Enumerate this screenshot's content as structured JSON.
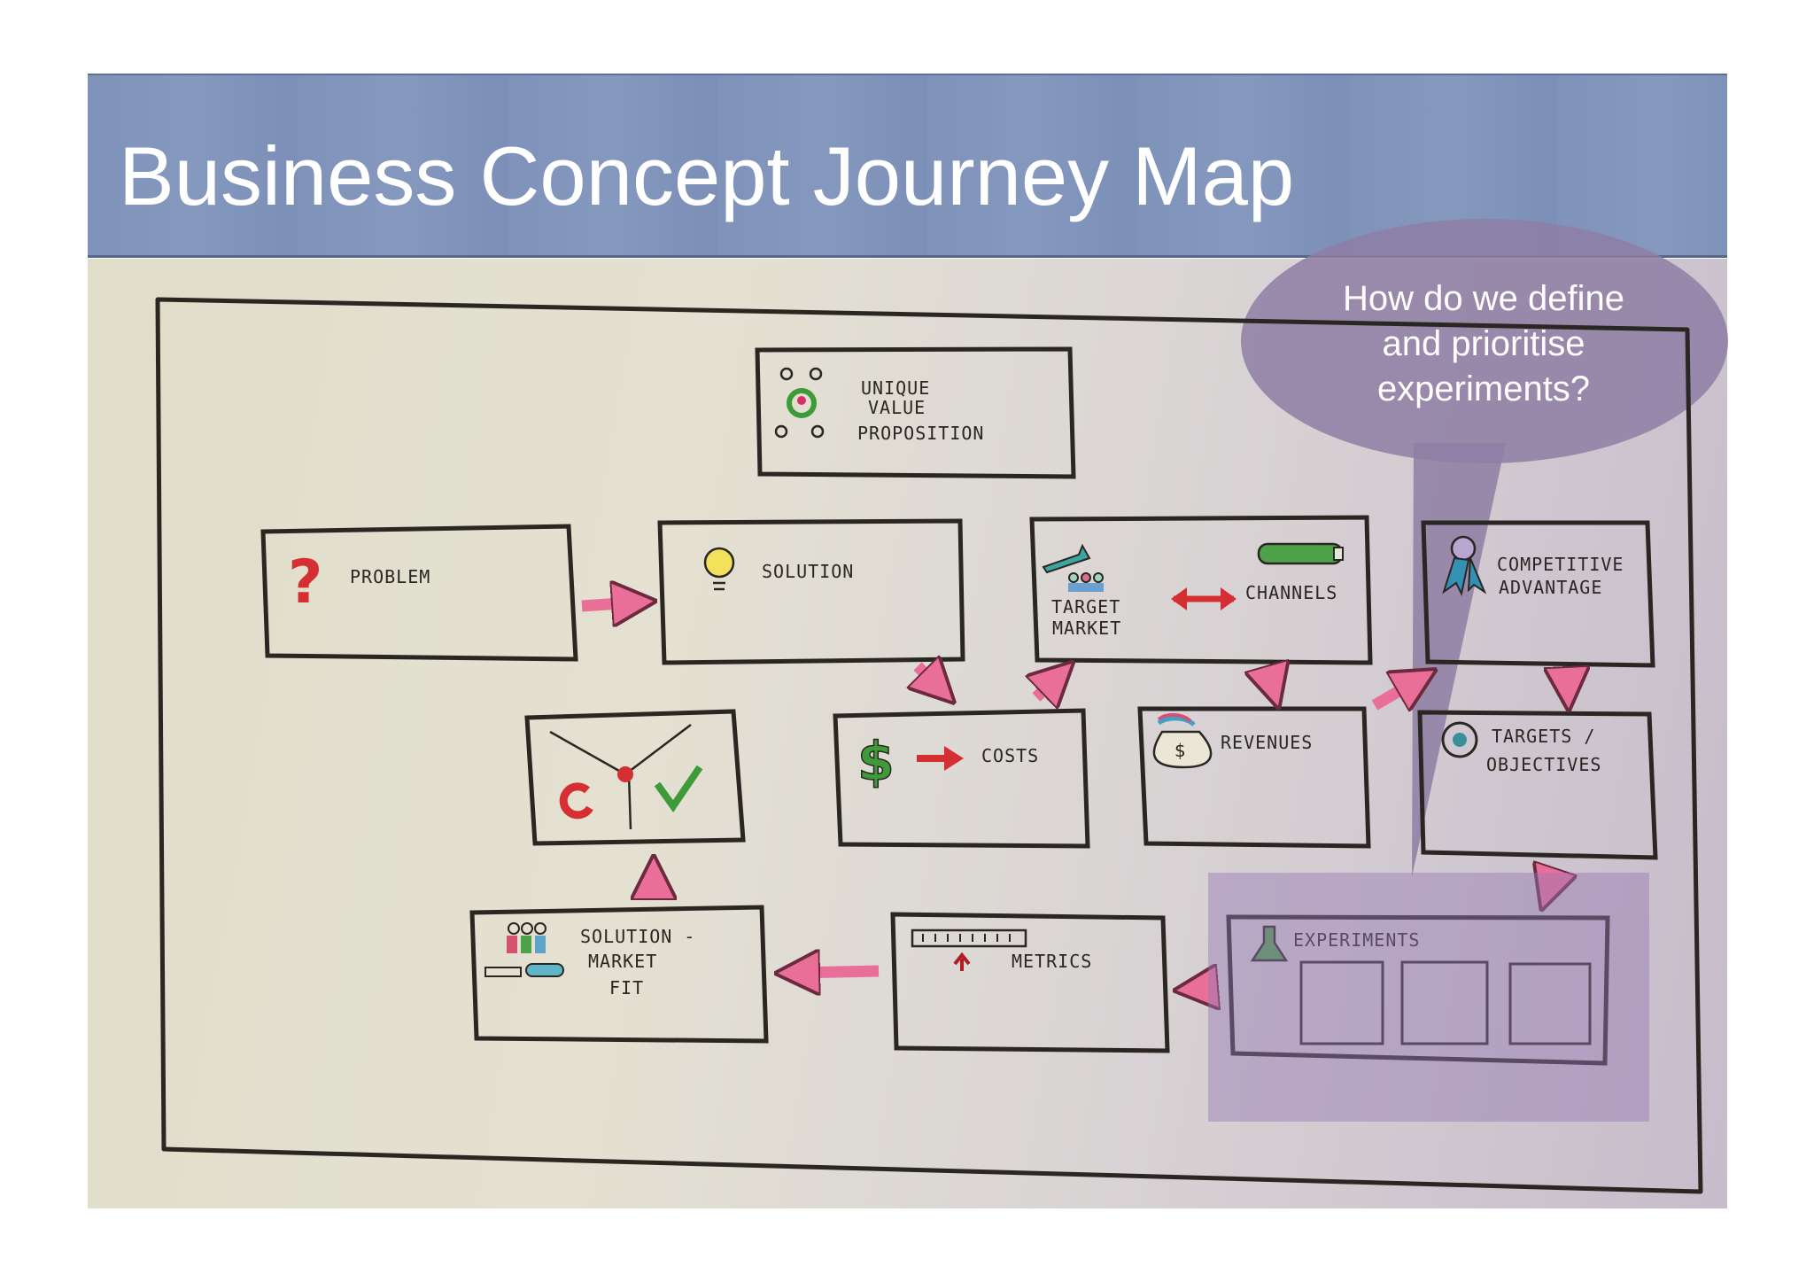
{
  "title": "Business Concept Journey Map",
  "callout": {
    "line1": "How do we define",
    "line2": "and prioritise",
    "line3": "experiments?"
  },
  "boxes": {
    "uvp": [
      "UNIQUE",
      "VALUE",
      "PROPOSITION"
    ],
    "problem": "PROBLEM",
    "solution": "SOLUTION",
    "target_market": [
      "TARGET",
      "MARKET"
    ],
    "channels": "CHANNELS",
    "competitive_advantage": [
      "COMPETITIVE",
      "ADVANTAGE"
    ],
    "costs": "COSTS",
    "revenues": "REVENUES",
    "targets_objectives": [
      "TARGETS /",
      "OBJECTIVES"
    ],
    "solution_market_fit": [
      "SOLUTION -",
      "MARKET",
      "FIT"
    ],
    "metrics": "METRICS",
    "experiments": "EXPERIMENTS"
  },
  "colors": {
    "header": "#8093ba",
    "arrow": "#e96f99",
    "bubble": "#8e7ea4",
    "ink": "#2a2622",
    "red": "#d62f33",
    "green": "#3e9b3a"
  },
  "icons": [
    "question-icon",
    "lightbulb-icon",
    "dollar-icon",
    "money-bag-icon",
    "ribbon-icon",
    "target-icon",
    "flask-icon",
    "people-icon",
    "pivot-icon",
    "checkmark-icon",
    "ruler-icon",
    "battery-icon",
    "megaphone-icon"
  ]
}
